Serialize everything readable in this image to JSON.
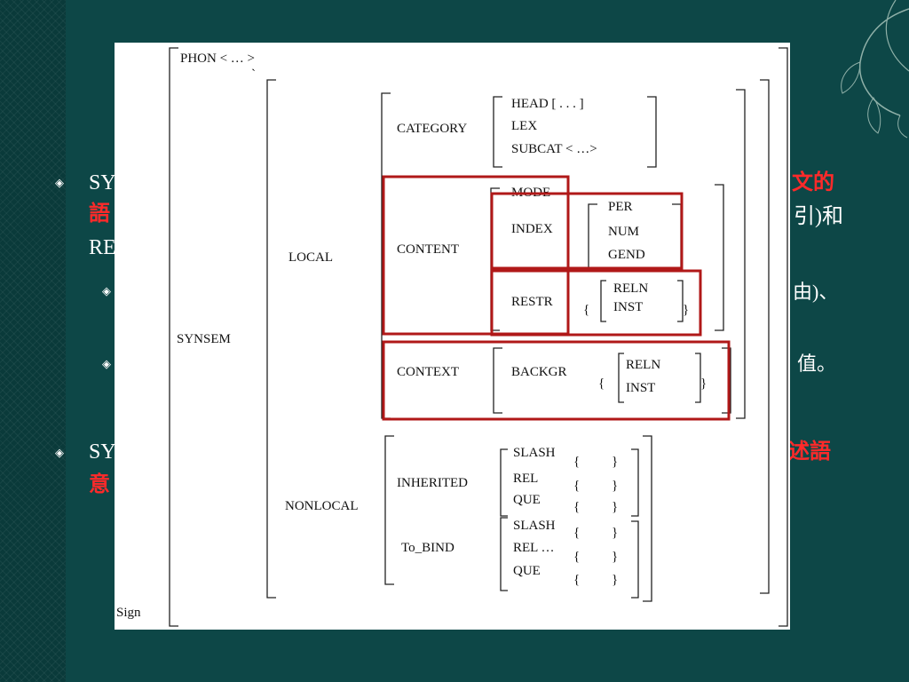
{
  "slide": {
    "bullet_symbol": "◈",
    "peek": {
      "b1_left_line1": "SY",
      "b1_left_line2": "語",
      "b1_left_line3": "RE",
      "b1_right_line1": "文的",
      "b1_right_line2": "引)和",
      "sub1_right": "由)、",
      "sub2_right": "值。",
      "b2_left_line1": "SY",
      "b2_left_line2": "意",
      "b2_right_line1": "述語"
    },
    "colors": {
      "background": "#0d4747",
      "highlight_text": "#ff2a2a",
      "highlight_box": "#b01818"
    }
  },
  "figure": {
    "phon": "PHON < … >",
    "tick": "`",
    "synsem": "SYNSEM",
    "local": "LOCAL",
    "nonlocal": "NONLOCAL",
    "category": "CATEGORY",
    "head": "HEAD [ . . . ]",
    "lex": "LEX",
    "subcat": "SUBCAT < …>",
    "content": "CONTENT",
    "mode": "MODE",
    "index": "INDEX",
    "per": "PER",
    "num": "NUM",
    "gend": "GEND",
    "restr": "RESTR",
    "reln": "RELN",
    "inst": "INST",
    "context": "CONTEXT",
    "backgr": "BACKGR",
    "inherited": "INHERITED",
    "to_bind": "To_BIND",
    "slash": "SLASH",
    "rel": "REL",
    "rel_ellipsis": "REL …",
    "que": "QUE",
    "open_brace": "{",
    "close_brace": "}",
    "sign": "Sign"
  }
}
